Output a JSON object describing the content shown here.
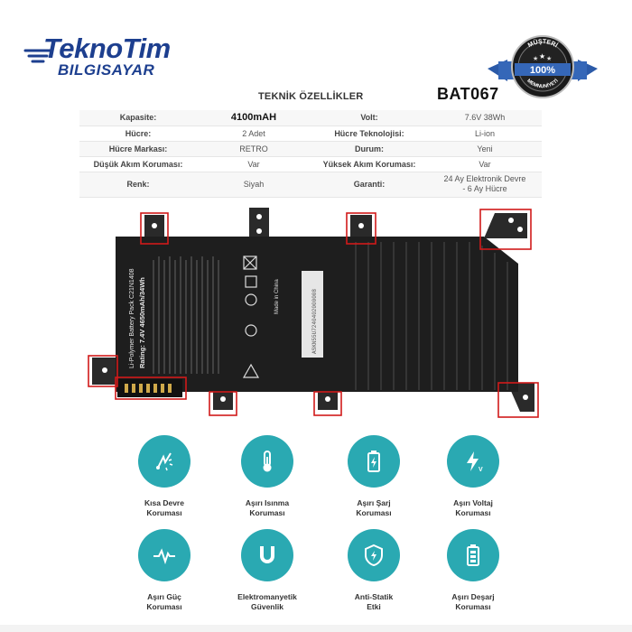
{
  "brand": {
    "name_part1": "Tekno",
    "name_part2": "Tim",
    "subtitle": "BILGISAYAR"
  },
  "badge": {
    "top_text": "MÜŞTERİ",
    "percent": "100%",
    "bottom_text": "MEMNUNİYETİ"
  },
  "specs": {
    "title": "TEKNİK ÖZELLİKLER",
    "model": "BAT067",
    "rows": [
      {
        "k1": "Kapasite:",
        "v1": "4100mAH",
        "k2": "Volt:",
        "v2": "7.6V 38Wh"
      },
      {
        "k1": "Hücre:",
        "v1": "2 Adet",
        "k2": "Hücre Teknolojisi:",
        "v2": "Li-ion"
      },
      {
        "k1": "Hücre Markası:",
        "v1": "RETRO",
        "k2": "Durum:",
        "v2": "Yeni"
      },
      {
        "k1": "Düşük Akım Koruması:",
        "v1": "Var",
        "k2": "Yüksek Akım Koruması:",
        "v2": "Var"
      },
      {
        "k1": "Renk:",
        "v1": "Siyah",
        "k2": "Garanti:",
        "v2_line1": "24 Ay Elektronik Devre",
        "v2_line2": "- 6 Ay Hücre"
      }
    ]
  },
  "battery_label": {
    "rating": "Rating: 7.4V 4650mAh/34Wh",
    "type": "Li-Polymer Battery Pack C21N1408",
    "sticker": "ASKN55U7240402000008",
    "made_in": "Made in China"
  },
  "features": [
    {
      "line1": "Kısa Devre",
      "line2": "Koruması",
      "icon": "short-circuit-icon"
    },
    {
      "line1": "Aşırı Isınma",
      "line2": "Koruması",
      "icon": "thermometer-icon"
    },
    {
      "line1": "Aşırı Şarj",
      "line2": "Koruması",
      "icon": "battery-charge-icon"
    },
    {
      "line1": "Aşırı Voltaj",
      "line2": "Koruması",
      "icon": "voltage-bolt-icon"
    },
    {
      "line1": "Aşırı Güç",
      "line2": "Koruması",
      "icon": "power-wave-icon"
    },
    {
      "line1": "Elektromanyetik",
      "line2": "Güvenlik",
      "icon": "magnet-icon"
    },
    {
      "line1": "Anti-Statik",
      "line2": "Etki",
      "icon": "shield-icon"
    },
    {
      "line1": "Aşırı Deşarj",
      "line2": "Koruması",
      "icon": "battery-discharge-icon"
    }
  ],
  "colors": {
    "brand_blue": "#1d3f8f",
    "feature_teal": "#2aa9b2",
    "highlight_red": "#d11a1a",
    "battery_black": "#1c1c1c"
  }
}
